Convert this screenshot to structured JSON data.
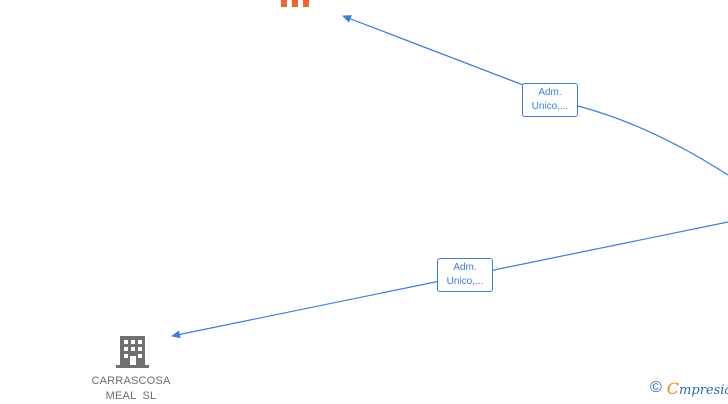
{
  "colors": {
    "edge": "#3a7fd5",
    "company_icon": "#707070",
    "highlight_icon": "#f0642d",
    "brand": "#2b6cb0",
    "brand_accent": "#e8862a"
  },
  "edges": [
    {
      "label_line1": "Adm.",
      "label_line2": "Unico,..."
    },
    {
      "label_line1": "Adm.",
      "label_line2": "Unico,..."
    }
  ],
  "nodes": {
    "carrascosa": {
      "line1": "CARRASCOSA",
      "line2": "MEAL  SL",
      "icon": "building-icon"
    },
    "top_company": {
      "icon": "building-icon"
    }
  },
  "brand": {
    "copyright": "©",
    "first_letter": "C",
    "rest": "mpresia"
  }
}
